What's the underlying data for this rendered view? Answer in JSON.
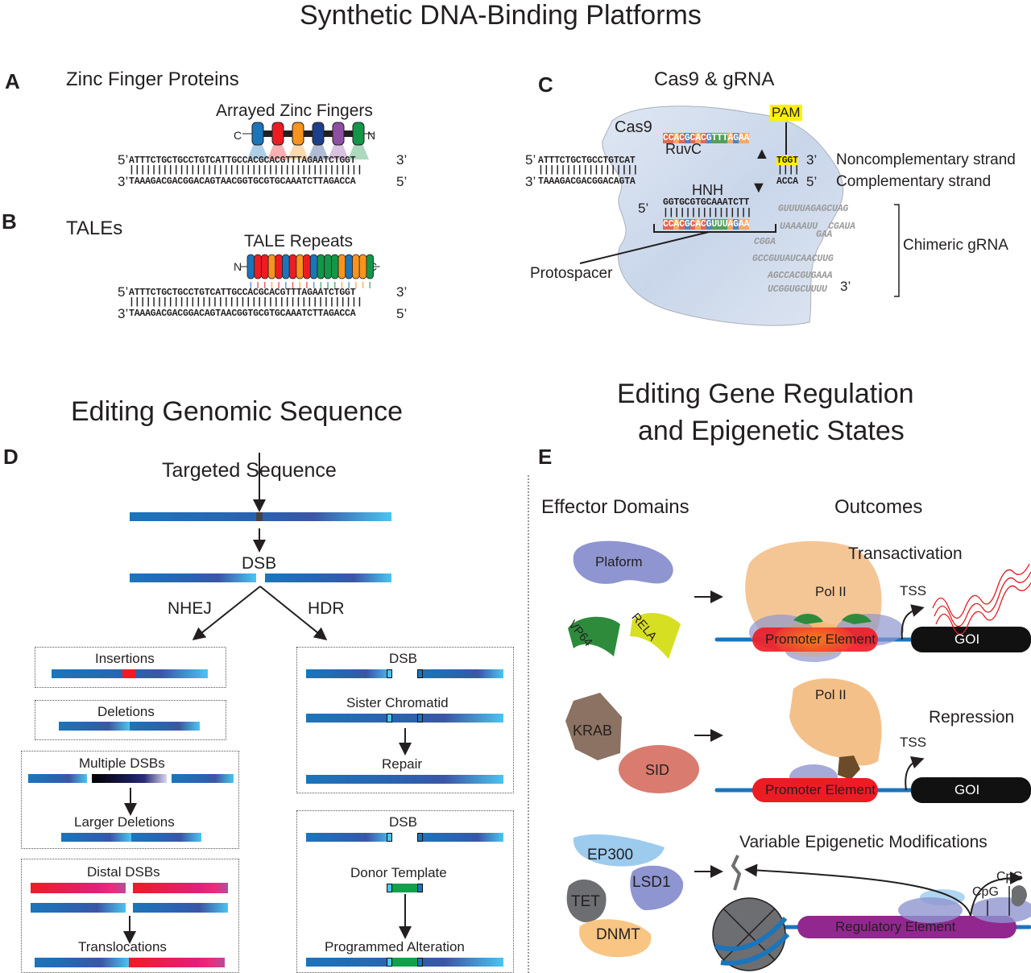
{
  "figure_title": "Synthetic DNA-Binding Platforms",
  "panel_a": {
    "letter": "A",
    "title": "Zinc Finger Proteins",
    "array_label": "Arrayed Zinc Fingers",
    "c_term": "C",
    "n_term": "N",
    "finger_colors": [
      "#1b75bb",
      "#ed1c24",
      "#f7941d",
      "#1e3f8a",
      "#8e4fa3",
      "#139648"
    ],
    "top_prime": "5’",
    "top_seq": "ATTTCTGCTGCCTGTCATTGCCACGCACGTTTAGAATCTGGT",
    "top_end": "3’",
    "bottom_prime": "3’",
    "bottom_seq": "TAAAGACGACGGACAGTAACGGTGCGTGCAAATCTTAGACCA",
    "bottom_end": "5’"
  },
  "panel_b": {
    "letter": "B",
    "title": "TALEs",
    "array_label": "TALE Repeats",
    "n_term": "N",
    "c_term": "C",
    "repeat_bases": "GCCACGCACGTTTAGAAT",
    "base_colors": {
      "G": "#1b75bb",
      "C": "#ed1c24",
      "A": "#f7941d",
      "T": "#139648"
    },
    "top_prime": "5’",
    "top_seq": "ATTTCTGCTGCCTGTCATTGCCACGCACGTTTAGAATCTGGT",
    "top_end": "3’",
    "bottom_prime": "3’",
    "bottom_seq": "TAAAGACGACGGACAGTAACGGTGCGTGCAAATCTTAGACCA",
    "bottom_end": "5’"
  },
  "panel_c": {
    "letter": "C",
    "title": "Cas9 & gRNA",
    "cas9_label": "Cas9",
    "ruvc_label": "RuvC",
    "hnh_label": "HNH",
    "pam_label": "PAM",
    "pam_seq": "TGGT",
    "pam_comp": "ACCA",
    "noncomp_strand": "Noncomplementary strand",
    "comp_strand": "Complementary strand",
    "chimeric_label": "Chimeric gRNA",
    "protospacer_label": "Protospacer",
    "top_prime": "5’",
    "top_seq": "ATTTCTGCTGCCTGTCAT",
    "top_end": "3’",
    "bottom_prime": "3’",
    "bottom_seq": "TAAAGACGACGGACAGTA",
    "bottom_end": "5’",
    "displaced_seq": "CCACGCACGTTTAGAA",
    "target_seq": "GGTGCGTGCAAATCTT",
    "grna_spacer": "CCACGCACGUUUAGAA",
    "grna_5prime": "5’",
    "grna_3prime": "3’",
    "grna_lines": [
      "GUUUUAGAGCUAG",
      "UAAAAUU  CGAUA",
      "GAA",
      "CGGA",
      "GCCGUUAUCAACUUG",
      "AGCCACGUGAAA",
      "UCGGUGCUUUU"
    ]
  },
  "panel_d": {
    "section_title": "Editing Genomic Sequence",
    "letter": "D",
    "targeted_sequence": "Targeted Sequence",
    "dsb": "DSB",
    "nhej": "NHEJ",
    "hdr": "HDR",
    "nhej_boxes": [
      "Insertions",
      "Deletions",
      "Multiple DSBs",
      "Larger Deletions",
      "Distal DSBs",
      "Translocations"
    ],
    "hdr_boxes": [
      "DSB",
      "Sister Chromatid",
      "Repair",
      "DSB",
      "Donor Template",
      "Programmed Alteration"
    ]
  },
  "panel_e": {
    "section_title_line1": "Editing Gene Regulation",
    "section_title_line2": "and Epigenetic States",
    "letter": "E",
    "effector_header": "Effector Domains",
    "outcomes_header": "Outcomes",
    "activation": {
      "domains": [
        "Plaform",
        "VP64",
        "RELA"
      ],
      "outcome": "Transactivation",
      "pol": "Pol II",
      "tss": "TSS",
      "promoter": "Promoter Element",
      "goi": "GOI"
    },
    "repression": {
      "domains": [
        "KRAB",
        "SID"
      ],
      "outcome": "Repression",
      "pol": "Pol II",
      "tss": "TSS",
      "promoter": "Promoter Element",
      "goi": "GOI"
    },
    "epigenetic": {
      "domains": [
        "EP300",
        "LSD1",
        "TET",
        "DNMT"
      ],
      "outcome": "Variable Epigenetic Modifications",
      "regulatory": "Regulatory Element",
      "cpg1": "CpG",
      "cpg2": "CpG"
    }
  }
}
